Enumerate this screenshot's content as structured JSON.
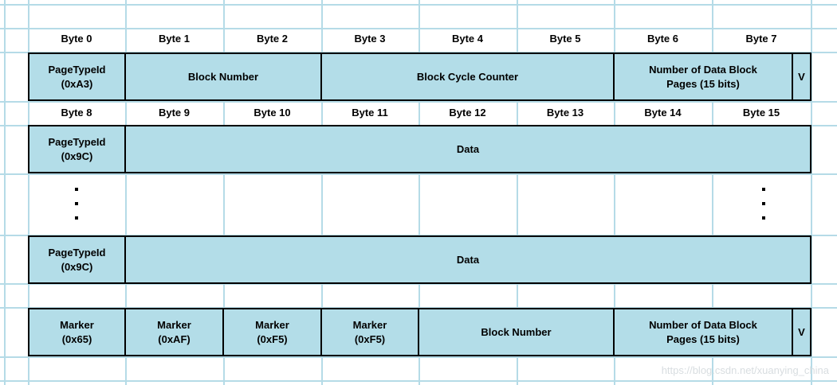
{
  "header_row_1": [
    "Byte 0",
    "Byte 1",
    "Byte 2",
    "Byte 3",
    "Byte 4",
    "Byte 5",
    "Byte 6",
    "Byte 7"
  ],
  "header_row_2": [
    "Byte 8",
    "Byte 9",
    "Byte 10",
    "Byte 11",
    "Byte 12",
    "Byte 13",
    "Byte 14",
    "Byte 15"
  ],
  "first_page": {
    "page_type": "PageTypeId\n(0xA3)",
    "block_number": "Block Number",
    "cycle_counter": "Block Cycle Counter",
    "num_pages": "Number of Data Block\nPages (15 bits)",
    "v": "V"
  },
  "data_page_1": {
    "page_type": "PageTypeId\n(0x9C)",
    "data": "Data"
  },
  "data_page_2": {
    "page_type": "PageTypeId\n(0x9C)",
    "data": "Data"
  },
  "last_page": {
    "marker_0": "Marker\n(0x65)",
    "marker_1": "Marker\n(0xAF)",
    "marker_2": "Marker\n(0xF5)",
    "marker_3": "Marker\n(0xF5)",
    "block_number": "Block Number",
    "num_pages": "Number of Data Block\nPages (15 bits)",
    "v": "V"
  },
  "watermark": "https://blog.csdn.net/xuanying_china"
}
